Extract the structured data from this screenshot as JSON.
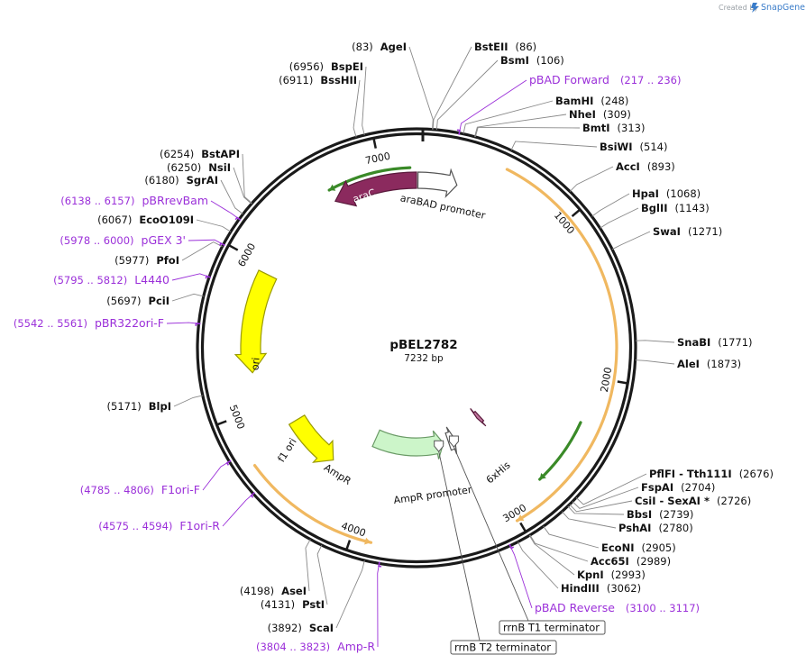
{
  "credit": {
    "created_by": "Created by",
    "brand": "SnapGene"
  },
  "plasmid": {
    "name": "pBEL2782",
    "length_label": "7232 bp",
    "length": 7232
  },
  "colors": {
    "backbone": "#1a1a1a",
    "araC": "#8b2a5e",
    "araC_outline": "#3a8a28",
    "orf_outline": "#f0b860",
    "ori": "#ffff00",
    "ampR": "#ccf5c9",
    "primer": "#9b30d9",
    "his": "#c1779e",
    "line": "#888888"
  },
  "ticks": [
    {
      "pos": 1000,
      "label": "1000"
    },
    {
      "pos": 2000,
      "label": "2000"
    },
    {
      "pos": 3000,
      "label": "3000"
    },
    {
      "pos": 4000,
      "label": "4000"
    },
    {
      "pos": 5000,
      "label": "5000"
    },
    {
      "pos": 6000,
      "label": "6000"
    },
    {
      "pos": 7000,
      "label": "7000"
    }
  ],
  "features": [
    {
      "name": "araBAD promoter",
      "start": 7232,
      "end": 280,
      "strand": 1,
      "type": "promoter"
    },
    {
      "name": "araC",
      "start": 6650,
      "end": 7232,
      "strand": -1,
      "type": "cds"
    },
    {
      "name": "6xHis",
      "start": 2760,
      "end": 2790,
      "strand": 1,
      "type": "tag"
    },
    {
      "name": "AmpR promoter",
      "start": 3130,
      "end": 3240,
      "strand": -1,
      "type": "promoter"
    },
    {
      "name": "AmpR",
      "start": 3300,
      "end": 4050,
      "strand": -1,
      "type": "cds"
    },
    {
      "name": "f1 ori",
      "start": 4300,
      "end": 4750,
      "strand": -1,
      "type": "ori"
    },
    {
      "name": "ori",
      "start": 5300,
      "end": 5900,
      "strand": -1,
      "type": "ori"
    }
  ],
  "enzymes": [
    {
      "name": "AgeI",
      "pos": 83
    },
    {
      "name": "BstEII",
      "pos": 86
    },
    {
      "name": "BsmI",
      "pos": 106
    },
    {
      "name": "BamHI",
      "pos": 248
    },
    {
      "name": "NheI",
      "pos": 309
    },
    {
      "name": "BmtI",
      "pos": 313
    },
    {
      "name": "BsiWI",
      "pos": 514
    },
    {
      "name": "AccI",
      "pos": 893
    },
    {
      "name": "HpaI",
      "pos": 1068
    },
    {
      "name": "BglII",
      "pos": 1143
    },
    {
      "name": "SwaI",
      "pos": 1271
    },
    {
      "name": "SnaBI",
      "pos": 1771
    },
    {
      "name": "AleI",
      "pos": 1873
    },
    {
      "name": "PflFI - Tth111I",
      "pos": 2676
    },
    {
      "name": "FspAI",
      "pos": 2704
    },
    {
      "name": "CsiI - SexAI *",
      "pos": 2726
    },
    {
      "name": "BbsI",
      "pos": 2739
    },
    {
      "name": "PshAI",
      "pos": 2780
    },
    {
      "name": "EcoNI",
      "pos": 2905
    },
    {
      "name": "Acc65I",
      "pos": 2989
    },
    {
      "name": "KpnI",
      "pos": 2993
    },
    {
      "name": "HindIII",
      "pos": 3062
    },
    {
      "name": "ScaI",
      "pos": 3892
    },
    {
      "name": "PstI",
      "pos": 4131
    },
    {
      "name": "AseI",
      "pos": 4198
    },
    {
      "name": "BlpI",
      "pos": 5171
    },
    {
      "name": "PciI",
      "pos": 5697
    },
    {
      "name": "PfoI",
      "pos": 5977
    },
    {
      "name": "EcoO109I",
      "pos": 6067
    },
    {
      "name": "SgrAI",
      "pos": 6180
    },
    {
      "name": "NsiI",
      "pos": 6250
    },
    {
      "name": "BstAPI",
      "pos": 6254
    },
    {
      "name": "BssHII",
      "pos": 6911
    },
    {
      "name": "BspEI",
      "pos": 6956
    }
  ],
  "primers": [
    {
      "name": "pBAD Forward",
      "range": "(217 .. 236)",
      "pos": 226
    },
    {
      "name": "pBAD Reverse",
      "range": "(3100 .. 3117)",
      "pos": 3108
    },
    {
      "name": "Amp-R",
      "range": "(3804 .. 3823)",
      "pos": 3813
    },
    {
      "name": "F1ori-R",
      "range": "(4575 .. 4594)",
      "pos": 4584
    },
    {
      "name": "F1ori-F",
      "range": "(4785 .. 4806)",
      "pos": 4795
    },
    {
      "name": "pBR322ori-F",
      "range": "(5542 .. 5561)",
      "pos": 5551
    },
    {
      "name": "L4440",
      "range": "(5795 .. 5812)",
      "pos": 5803
    },
    {
      "name": "pGEX 3'",
      "range": "(5978 .. 6000)",
      "pos": 5989
    },
    {
      "name": "pBRrevBam",
      "range": "(6138 .. 6157)",
      "pos": 6147
    }
  ],
  "terminators": [
    {
      "name": "rrnB T1 terminator",
      "pos": 3180
    },
    {
      "name": "rrnB T2 terminator",
      "pos": 3360
    }
  ]
}
